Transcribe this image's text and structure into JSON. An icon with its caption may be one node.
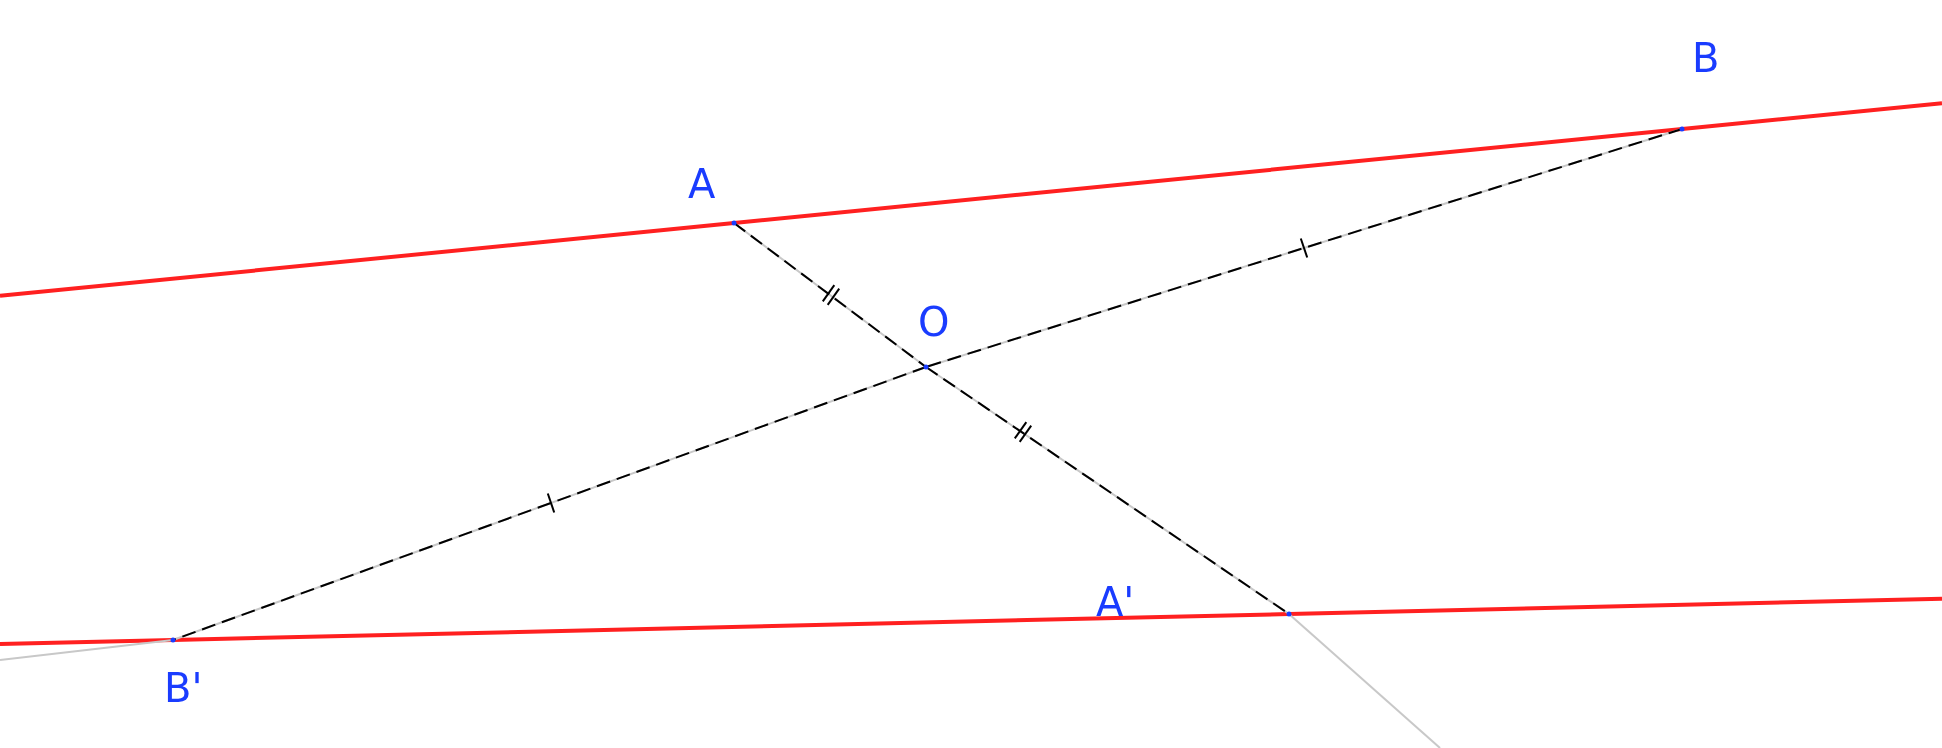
{
  "diagram": {
    "nodes": [
      {
        "text": [
          "A"
        ]
      },
      {
        "text": [
          "B"
        ]
      },
      {
        "text": [
          "O"
        ]
      },
      {
        "text": [
          "A'"
        ]
      },
      {
        "text": [
          "B'"
        ]
      }
    ],
    "edges": [
      {
        "from": 0,
        "to": 1,
        "arrow": "none",
        "color": "#ff2020"
      },
      {
        "from": 4,
        "to": 3,
        "arrow": "none",
        "color": "#ff2020"
      },
      {
        "from": 0,
        "to": 2,
        "arrow": "none",
        "style": "dashed"
      },
      {
        "from": 2,
        "to": 3,
        "arrow": "none",
        "style": "dashed"
      },
      {
        "from": 1,
        "to": 2,
        "arrow": "none",
        "style": "dashed"
      },
      {
        "from": 2,
        "to": 4,
        "arrow": "none",
        "style": "dashed"
      }
    ]
  }
}
